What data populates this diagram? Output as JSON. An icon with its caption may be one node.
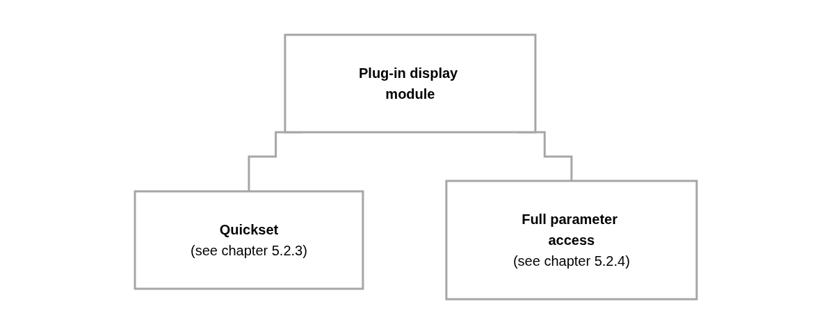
{
  "diagram": {
    "nodes": [
      {
        "text": [
          "Plug-in display module"
        ]
      },
      {
        "text": [
          "Quickset",
          "(see chapter 5.2.3)"
        ]
      },
      {
        "text": [
          "Full parameter access",
          "(see chapter 5.2.4)"
        ]
      }
    ],
    "edges": [
      {
        "from": 0,
        "to": 1,
        "arrow": "none"
      },
      {
        "from": 0,
        "to": 2,
        "arrow": "none"
      }
    ]
  }
}
